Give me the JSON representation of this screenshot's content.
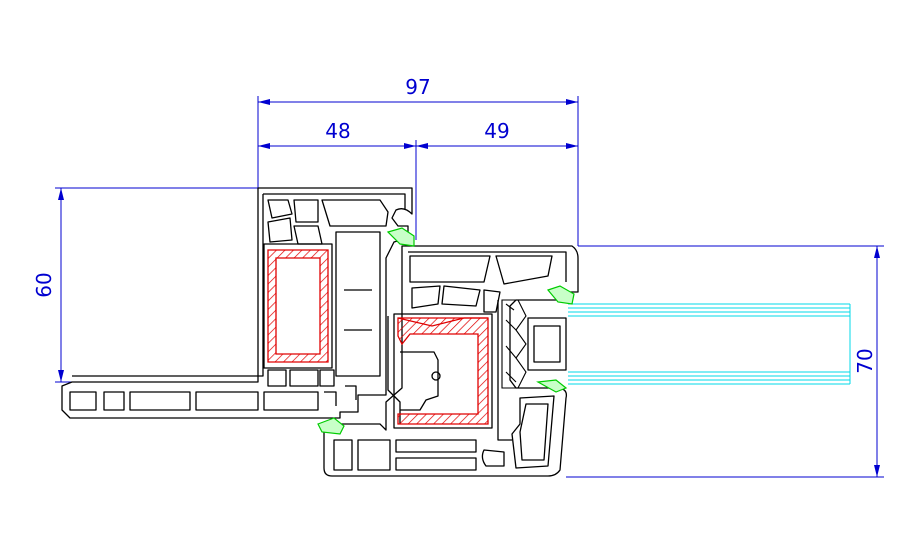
{
  "drawing": {
    "dimensions": {
      "overall_width": "97",
      "frame_width": "48",
      "sash_width": "49",
      "frame_depth": "60",
      "sash_depth": "70"
    },
    "colors": {
      "dimension": "#0000d0",
      "profile": "#000000",
      "steel_reinforcement": "#e00000",
      "gasket": "#00cc00",
      "glass": "#00d8e8",
      "background": "#ffffff"
    }
  }
}
